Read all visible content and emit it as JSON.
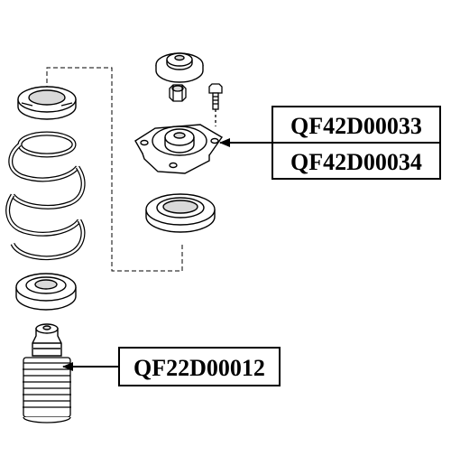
{
  "labels": {
    "upper_part_1": "QF42D00033",
    "upper_part_2": "QF42D00034",
    "lower_part": "QF22D00012"
  },
  "colors": {
    "ink": "#000000",
    "paper": "#ffffff",
    "shade": "#d9d9d9"
  }
}
